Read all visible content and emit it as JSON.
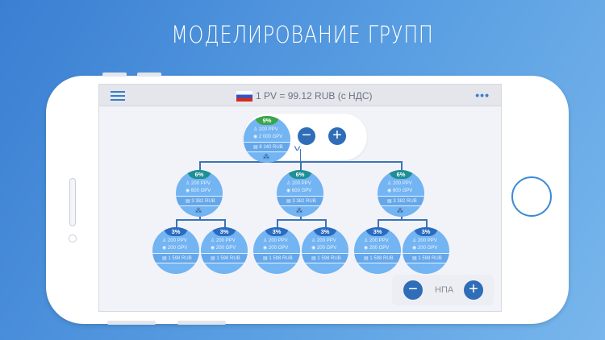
{
  "title": "МОДЕЛИРОВАНИЕ ГРУПП",
  "header": {
    "rate": "1 PV = 99.12 RUB (с НДС)",
    "more": "•••"
  },
  "root": {
    "percent": "9%",
    "ppv": "200 PPV",
    "gpv": "2 000 GPV",
    "rub": "8 140 RUB",
    "color": "#3aa54a"
  },
  "level2": [
    {
      "percent": "6%",
      "ppv": "200 PPV",
      "gpv": "600 GPV",
      "rub": "3 382 RUB"
    },
    {
      "percent": "6%",
      "ppv": "200 PPV",
      "gpv": "600 GPV",
      "rub": "3 382 RUB"
    },
    {
      "percent": "6%",
      "ppv": "200 PPV",
      "gpv": "600 GPV",
      "rub": "3 382 RUB"
    }
  ],
  "level3": [
    {
      "percent": "3%",
      "ppv": "200 PPV",
      "gpv": "200 GPV",
      "rub": "1 598 RUB"
    },
    {
      "percent": "3%",
      "ppv": "200 PPV",
      "gpv": "200 GPV",
      "rub": "1 598 RUB"
    },
    {
      "percent": "3%",
      "ppv": "200 PPV",
      "gpv": "200 GPV",
      "rub": "1 598 RUB"
    },
    {
      "percent": "3%",
      "ppv": "200 PPV",
      "gpv": "200 GPV",
      "rub": "1 598 RUB"
    },
    {
      "percent": "3%",
      "ppv": "200 PPV",
      "gpv": "200 GPV",
      "rub": "1 598 RUB"
    },
    {
      "percent": "3%",
      "ppv": "200 PPV",
      "gpv": "200 GPV",
      "rub": "1 598 RUB"
    }
  ],
  "colors": {
    "level2": "#1e8f95",
    "level3": "#2a6cc0"
  },
  "npa": {
    "label": "НПА",
    "minus": "−",
    "plus": "+"
  },
  "root_controls": {
    "minus": "−",
    "plus": "+"
  }
}
